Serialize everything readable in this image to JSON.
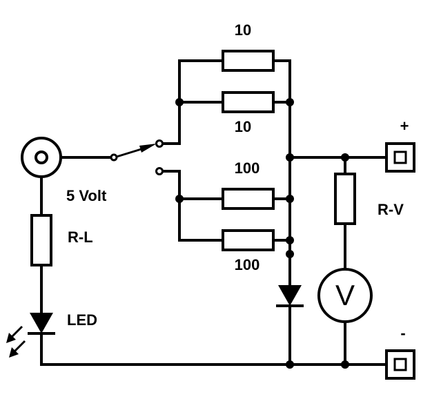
{
  "labels": {
    "res_top": "10",
    "res_second": "10",
    "res_third": "100",
    "res_bottom": "100",
    "source": "5 Volt",
    "load_resistor": "R-L",
    "led": "LED",
    "meter_resistor": "R-V",
    "plus_terminal": "+",
    "minus_terminal": "-",
    "voltmeter": "V"
  }
}
